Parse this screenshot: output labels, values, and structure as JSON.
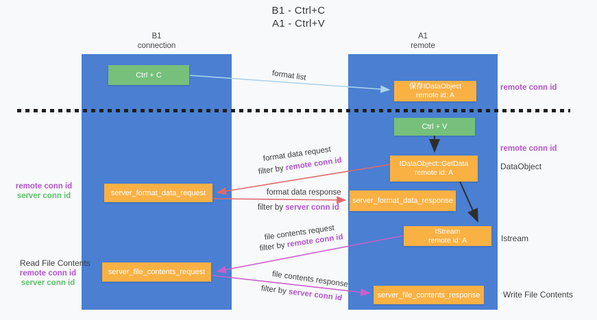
{
  "title": {
    "line1": "B1 - Ctrl+C",
    "line2": "A1 - Ctrl+V"
  },
  "lanes": {
    "left": {
      "name": "B1",
      "subtitle": "connection"
    },
    "right": {
      "name": "A1",
      "subtitle": "remote"
    }
  },
  "nodes": {
    "ctrl_c": "Ctrl + C",
    "ctrl_v": "Ctrl + V",
    "saved_dataobject_line1": "保存IDataObject",
    "saved_dataobject_line2": "remote id: A",
    "getdata_line1": "IDataObject::GetData",
    "getdata_line2": "remote id: A",
    "istream_line1": "IStream",
    "istream_line2": "remote id: A",
    "server_format_data_request": "server_format_data_request",
    "server_format_data_response": "server_format_data_response",
    "server_file_contents_request": "server_file_contents_request",
    "server_file_contents_response": "server_file_contents_response"
  },
  "edge_labels": {
    "format_list": "format list",
    "filter_by": "filter by",
    "format_data_request": "format data request",
    "format_data_request_filter": "remote conn id",
    "format_data_response": "format data response",
    "format_data_response_filter": "server conn id",
    "file_contents_request": "file contents request",
    "file_contents_request_filter": "remote conn id",
    "file_contents_response": "file contents response",
    "file_contents_response_filter": "server conn id"
  },
  "margin_labels": {
    "remote_conn_id": "remote conn id",
    "server_conn_id": "server conn id",
    "dataobject": "DataObject",
    "istream": "Istream",
    "read_file_contents": "Read File Contents",
    "write_file_contents": "Write File Contents"
  },
  "colors": {
    "bg": "#f8f9fa",
    "lane_blue": "#4a7fd2",
    "node_orange": "#f9b144",
    "node_green": "#75c07b",
    "arrow_blue": "#a9d2ee",
    "arrow_red": "#e0696b",
    "arrow_magenta": "#cd5ecd",
    "arrow_black": "#2e2e2e",
    "divider_black": "#1f1f1f",
    "label_purple": "#b055c9",
    "label_green": "#5cbf6b",
    "text_dark": "#3d3d3d"
  }
}
